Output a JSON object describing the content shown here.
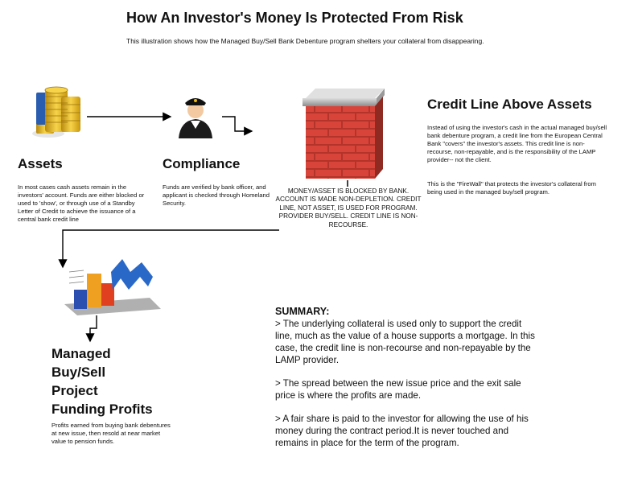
{
  "title": "How An Investor's Money Is Protected From Risk",
  "subtitle": "This illustration shows how the Managed Buy/Sell Bank Debenture program shelters your collateral from disappearing.",
  "assets": {
    "heading": "Assets",
    "text": "In most cases cash assets remain in the investors' account. Funds are either blocked or used to 'show', or through use of a Standby Letter of Credit to achieve the issuance of a central bank credit line"
  },
  "compliance": {
    "heading": "Compliance",
    "text": "Funds are verified by bank officer, and applicant is checked through Homeland Security."
  },
  "wall_caption": "MONEY/ASSET IS BLOCKED BY BANK. ACCOUNT IS MADE NON-DEPLETION. CREDIT LINE, NOT ASSET, IS USED FOR PROGRAM. PROVIDER BUY/SELL. CREDIT LINE IS NON-RECOURSE.",
  "credit_line": {
    "heading": "Credit Line Above Assets",
    "text1": "Instead of using the investor's cash in the actual managed buy/sell bank debenture program, a credit line from the European Central Bank \"covers\" the investor's assets. This credit line is non-recourse, non-repayable, and is the responsibility of the LAMP provider-- not the client.",
    "text2": "This is the \"FireWall\" that protects the investor's collateral from being used in the managed buy/sell program."
  },
  "managed": {
    "line1": "Managed",
    "line2": "Buy/Sell",
    "line3": "Project",
    "line4": "Funding Profits",
    "text": "Profits earned from buying bank debentures at new issue, then resold at near market value to pension funds."
  },
  "summary": {
    "heading": "SUMMARY:",
    "p1": "> The underlying collateral is used only to support the credit line, much as the value of a house supports a mortgage. In this case, the credit line is non-recourse and non-repayable by the LAMP provider.",
    "p2": "> The spread between the new issue price and the exit sale price is where the profits are made.",
    "p3": "> A fair share is paid to the investor for allowing the use of his money during the contract period.It is never touched and remains in place for the term of the program."
  },
  "icons": {
    "coins": "gold-coins-icon",
    "officer": "bank-officer-icon",
    "wall": "brick-firewall-icon",
    "chart": "bar-chart-icon"
  },
  "colors": {
    "gold": "#e8b81e",
    "coin_blue": "#2a5db0",
    "brick": "#c0392b",
    "chart_blue": "#2a68c8",
    "chart_orange": "#f0a020"
  }
}
